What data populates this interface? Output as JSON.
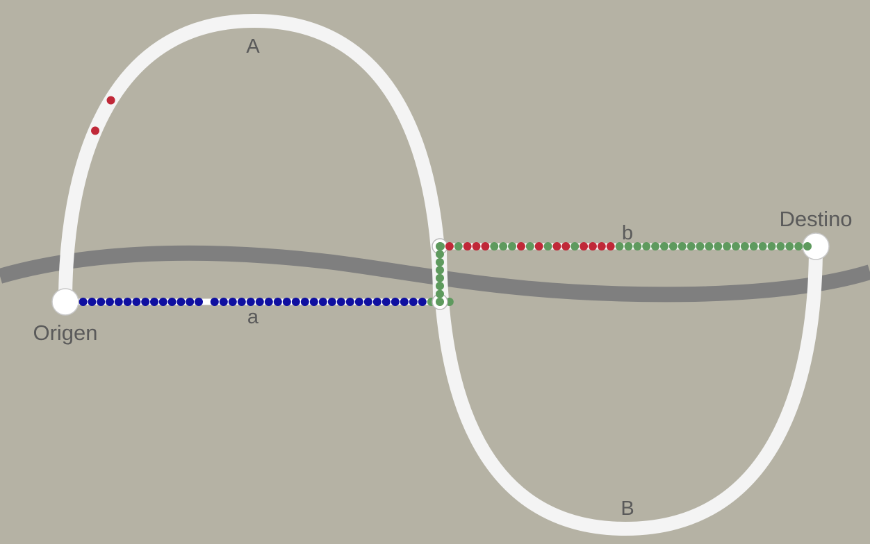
{
  "labels": {
    "origin": "Origen",
    "destination": "Destino",
    "route_upper": "A",
    "route_lower": "B",
    "road_lower": "a",
    "road_upper": "b"
  },
  "colors": {
    "background": "#b5b2a4",
    "route": "#f4f4f4",
    "river": "#7f7f7f",
    "car_blue": "#0f0fa0",
    "car_green": "#5e9a5e",
    "car_red": "#c02838"
  },
  "traffic": {
    "route_A": [
      "red",
      "red"
    ],
    "road_a": [
      "blue",
      "blue",
      "blue",
      "blue",
      "blue",
      "blue",
      "blue",
      "blue",
      "blue",
      "blue",
      "blue",
      "blue",
      "blue",
      "blue",
      "blue",
      "blue",
      "blue",
      "blue",
      "blue",
      "blue",
      "blue",
      "blue",
      "blue",
      "blue",
      "blue",
      "blue",
      "blue",
      "blue",
      "blue",
      "blue",
      "blue",
      "blue",
      "blue",
      "blue",
      "blue",
      "blue",
      "blue",
      "blue",
      "blue",
      "blue",
      "green",
      "green",
      "green"
    ],
    "connector": [
      "green",
      "green",
      "green",
      "green",
      "green",
      "green",
      "green",
      "green"
    ],
    "road_b": [
      "green",
      "red",
      "green",
      "red",
      "red",
      "red",
      "green",
      "green",
      "green",
      "red",
      "green",
      "red",
      "green",
      "red",
      "red",
      "green",
      "red",
      "red",
      "red",
      "red",
      "green",
      "green",
      "green",
      "green",
      "green",
      "green",
      "green",
      "green",
      "green",
      "green",
      "green",
      "green",
      "green",
      "green",
      "green",
      "green",
      "green",
      "green",
      "green",
      "green",
      "green",
      "green"
    ]
  }
}
